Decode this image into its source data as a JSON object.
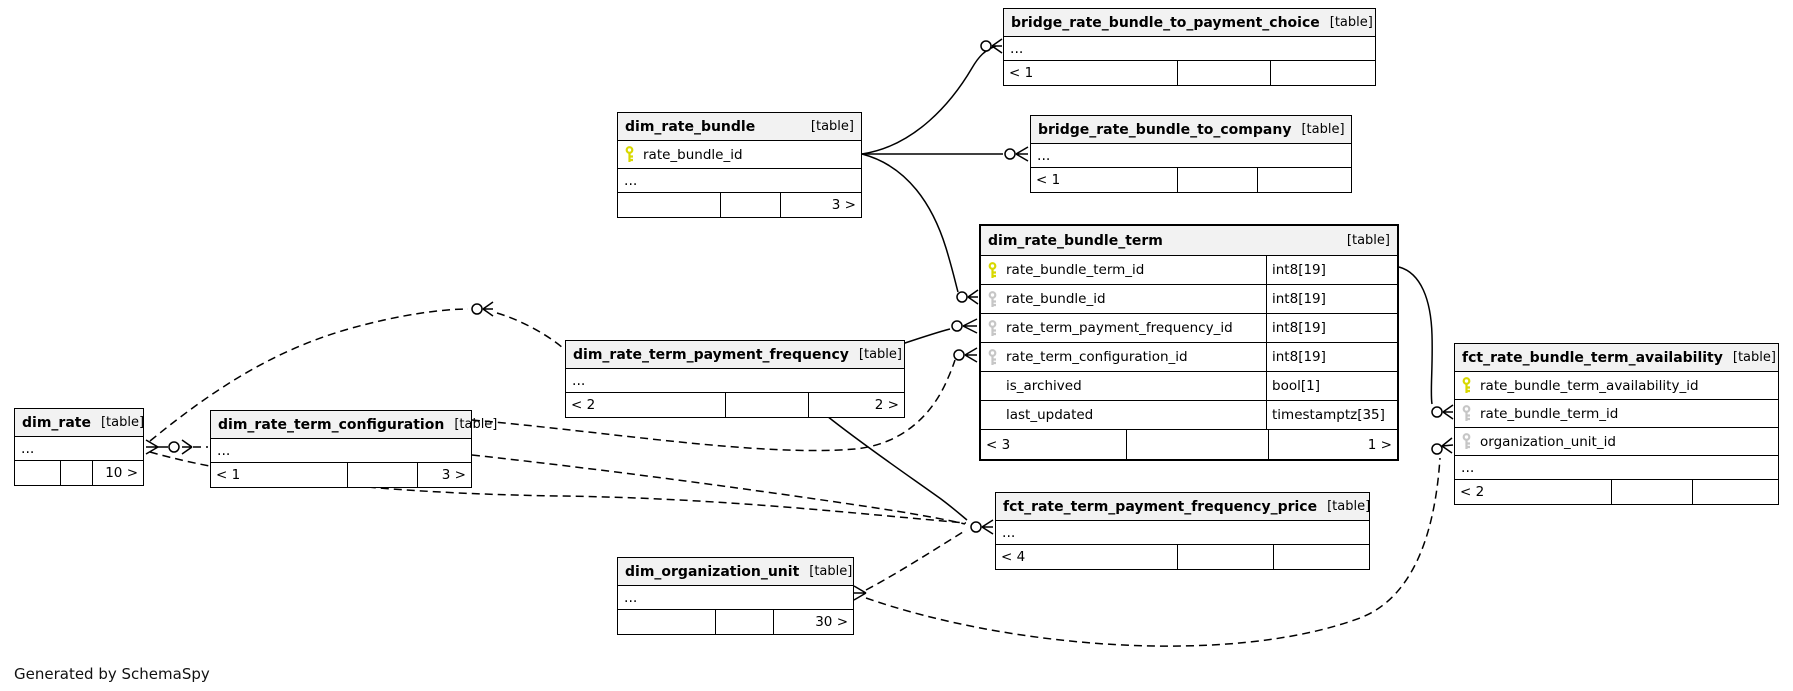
{
  "note": "Generated by SchemaSpy",
  "colors": {
    "pk_key": "#d8d800",
    "fk_key": "#c6c6c6",
    "header_bg": "#f2f2f2",
    "line": "#000000"
  },
  "tables": {
    "bridge_payment_choice": {
      "title": "bridge_rate_bundle_to_payment_choice",
      "tag": "[table]",
      "ellipsis": "...",
      "foot": [
        "< 1",
        "",
        ""
      ]
    },
    "dim_rate_bundle": {
      "title": "dim_rate_bundle",
      "tag": "[table]",
      "rows": [
        {
          "icon": "pk-key",
          "name": "rate_bundle_id"
        }
      ],
      "ellipsis": "...",
      "foot": [
        "",
        "",
        "3 >"
      ]
    },
    "bridge_company": {
      "title": "bridge_rate_bundle_to_company",
      "tag": "[table]",
      "ellipsis": "...",
      "foot": [
        "< 1",
        "",
        ""
      ]
    },
    "dim_rate_bundle_term": {
      "title": "dim_rate_bundle_term",
      "tag": "[table]",
      "rows": [
        {
          "icon": "pk-key",
          "name": "rate_bundle_term_id",
          "type": "int8[19]"
        },
        {
          "icon": "fk-key",
          "name": "rate_bundle_id",
          "type": "int8[19]"
        },
        {
          "icon": "fk-key",
          "name": "rate_term_payment_frequency_id",
          "type": "int8[19]"
        },
        {
          "icon": "fk-key",
          "name": "rate_term_configuration_id",
          "type": "int8[19]"
        },
        {
          "icon": "none",
          "name": "is_archived",
          "type": "bool[1]"
        },
        {
          "icon": "none",
          "name": "last_updated",
          "type": "timestamptz[35]"
        }
      ],
      "foot": [
        "< 3",
        "",
        "1 >"
      ]
    },
    "fct_availability": {
      "title": "fct_rate_bundle_term_availability",
      "tag": "[table]",
      "rows": [
        {
          "icon": "pk-key",
          "name": "rate_bundle_term_availability_id"
        },
        {
          "icon": "fk-key",
          "name": "rate_bundle_term_id"
        },
        {
          "icon": "fk-key",
          "name": "organization_unit_id"
        }
      ],
      "ellipsis": "...",
      "foot": [
        "< 2",
        "",
        ""
      ]
    },
    "dim_payment_frequency": {
      "title": "dim_rate_term_payment_frequency",
      "tag": "[table]",
      "ellipsis": "...",
      "foot": [
        "< 2",
        "",
        "2 >"
      ]
    },
    "dim_rate": {
      "title": "dim_rate",
      "tag": "[table]",
      "ellipsis": "...",
      "foot": [
        "",
        "",
        "10 >"
      ]
    },
    "dim_configuration": {
      "title": "dim_rate_term_configuration",
      "tag": "[table]",
      "ellipsis": "...",
      "foot": [
        "< 1",
        "",
        "3 >"
      ]
    },
    "fct_price": {
      "title": "fct_rate_term_payment_frequency_price",
      "tag": "[table]",
      "ellipsis": "...",
      "foot": [
        "< 4",
        "",
        ""
      ]
    },
    "dim_organization_unit": {
      "title": "dim_organization_unit",
      "tag": "[table]",
      "ellipsis": "...",
      "foot": [
        "",
        "",
        "30 >"
      ]
    }
  }
}
